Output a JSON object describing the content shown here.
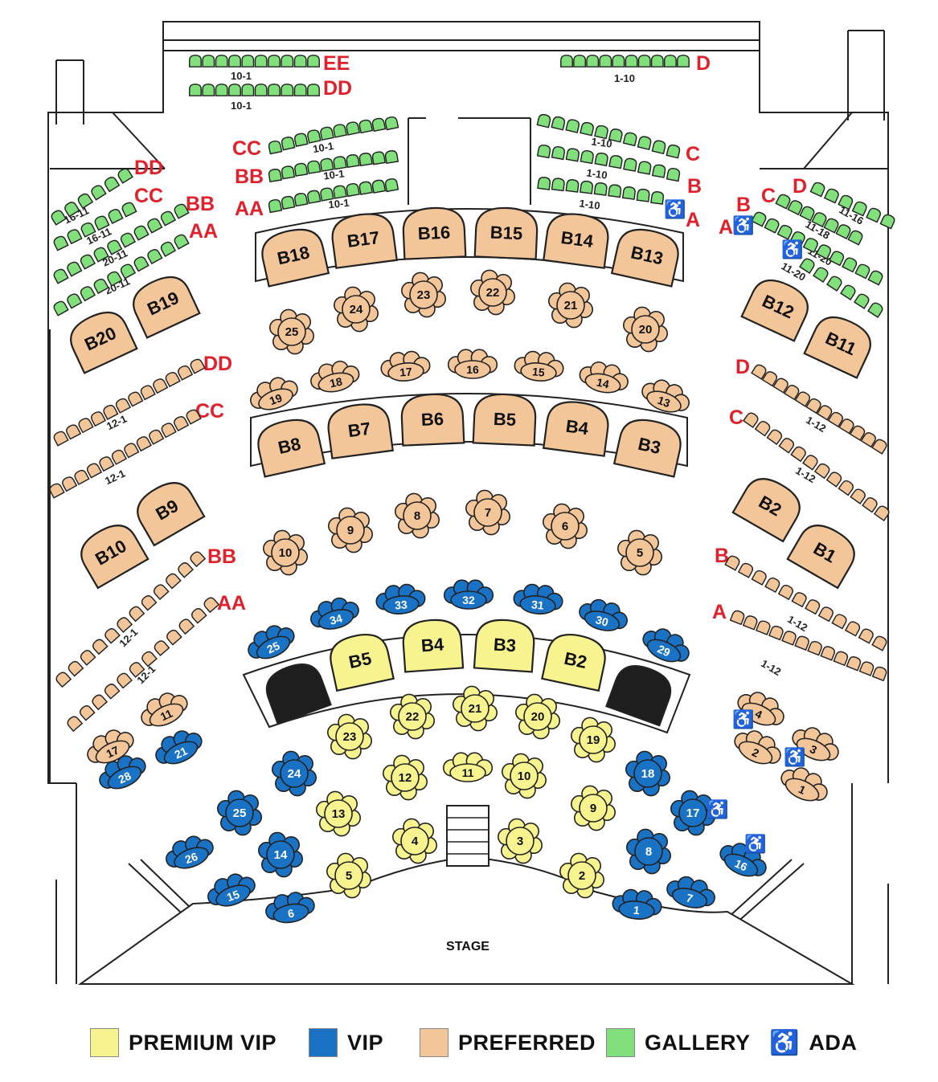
{
  "stage_label": "STAGE",
  "colors": {
    "premium_vip": "#f7f38e",
    "vip": "#1a72c4",
    "preferred": "#f3c69a",
    "gallery": "#82e07c",
    "row_label": "#e0202b",
    "outline": "#222222",
    "blocked_box": "#1e1e1e"
  },
  "gallery_rows": {
    "EE": {
      "label": "EE",
      "range": "10-1"
    },
    "DD_top": {
      "label": "DD",
      "range": "10-1"
    },
    "D_top": {
      "label": "D",
      "range": "1-10"
    },
    "CC": {
      "label": "CC",
      "range": "10-1"
    },
    "BB": {
      "label": "BB",
      "range": "10-1"
    },
    "AA": {
      "label": "AA",
      "range": "10-1"
    },
    "C": {
      "label": "C",
      "range": "1-10"
    },
    "B": {
      "label": "B",
      "range": "1-10"
    },
    "A": {
      "label": "A",
      "range": "1-10"
    },
    "left_DD": {
      "label": "DD",
      "range": "16-11"
    },
    "left_CC": {
      "label": "CC",
      "range": "16-11"
    },
    "left_BB": {
      "label": "BB",
      "range": "20-11"
    },
    "left_AA": {
      "label": "AA",
      "range": "20-11"
    },
    "right_D": {
      "label": "D",
      "range": "11-16"
    },
    "right_C": {
      "label": "C",
      "range": "11-18"
    },
    "right_B": {
      "label": "B",
      "range": "11-20"
    },
    "right_A": {
      "label": "A",
      "range": "11-20"
    }
  },
  "preferred_rows": {
    "left_DD": {
      "label": "DD",
      "range": "12-1"
    },
    "left_CC": {
      "label": "CC",
      "range": "12-1"
    },
    "left_BB": {
      "label": "BB",
      "range": "12-1"
    },
    "left_AA": {
      "label": "AA",
      "range": "12-1"
    },
    "right_D": {
      "label": "D",
      "range": "1-12"
    },
    "right_C": {
      "label": "C",
      "range": "1-12"
    },
    "right_B": {
      "label": "B",
      "range": "1-12"
    },
    "right_A": {
      "label": "A",
      "range": "1-12"
    }
  },
  "boxes_upper": [
    "B18",
    "B17",
    "B16",
    "B15",
    "B14",
    "B13"
  ],
  "boxes_upper_side": [
    "B19",
    "B20",
    "B12",
    "B11"
  ],
  "boxes_middle": [
    "B8",
    "B7",
    "B6",
    "B5",
    "B4",
    "B3"
  ],
  "boxes_middle_side": [
    "B9",
    "B10",
    "B2",
    "B1"
  ],
  "boxes_premium": [
    "B5",
    "B4",
    "B3",
    "B2"
  ],
  "preferred_tables": [
    "25",
    "24",
    "23",
    "22",
    "21",
    "20",
    "19",
    "18",
    "17",
    "16",
    "15",
    "14",
    "13",
    "10",
    "9",
    "8",
    "7",
    "6",
    "5"
  ],
  "vip_tables_top": [
    "25",
    "34",
    "33",
    "32",
    "31",
    "30",
    "29"
  ],
  "vip_tables_floor": [
    "24",
    "18",
    "25",
    "17",
    "26",
    "14",
    "8",
    "16",
    "15",
    "6",
    "1",
    "7",
    "28",
    "21"
  ],
  "premium_tables": [
    "23",
    "22",
    "21",
    "20",
    "19",
    "12",
    "11",
    "10",
    "13",
    "9",
    "4",
    "3",
    "5",
    "2"
  ],
  "side_preferred_tables": [
    "17",
    "11",
    "4",
    "3",
    "2",
    "1"
  ],
  "legend": [
    {
      "label": "PREMIUM VIP",
      "color": "#f7f38e"
    },
    {
      "label": "VIP",
      "color": "#1a72c4"
    },
    {
      "label": "PREFERRED",
      "color": "#f3c69a"
    },
    {
      "label": "GALLERY",
      "color": "#82e07c"
    },
    {
      "label": "ADA",
      "icon": "wheelchair-icon"
    }
  ]
}
